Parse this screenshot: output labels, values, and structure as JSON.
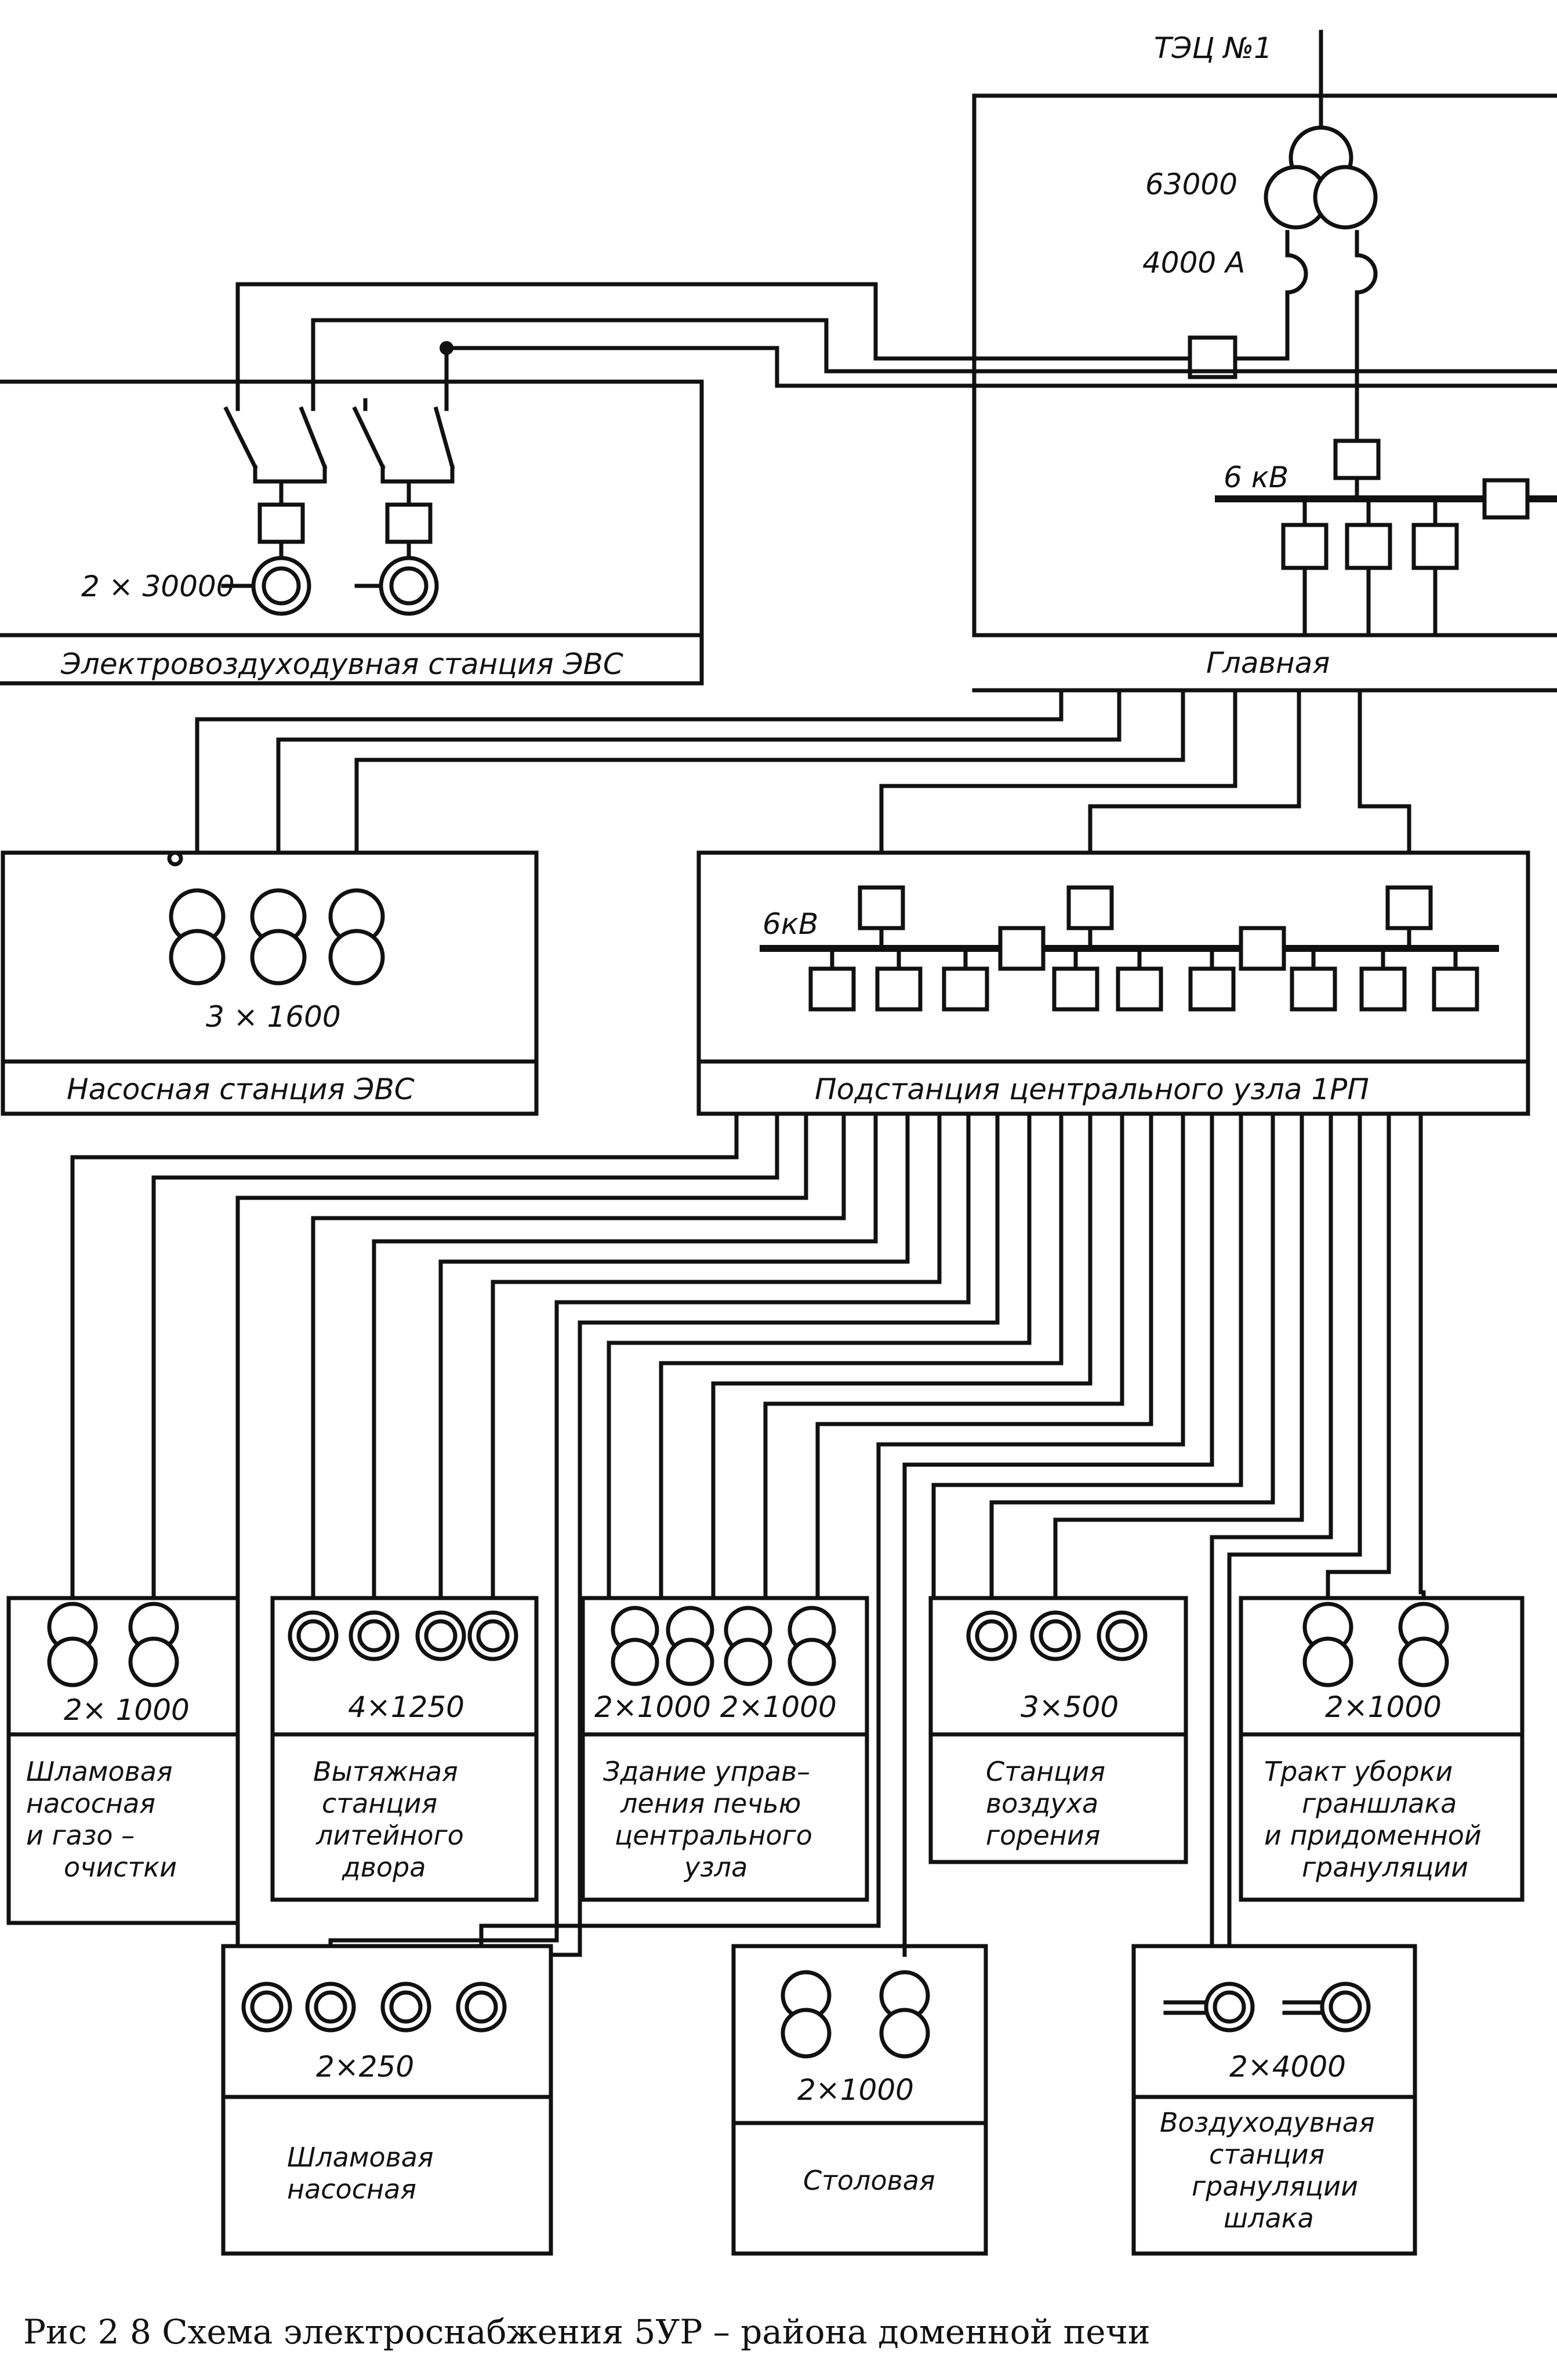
{
  "source": {
    "label": "ТЭЦ №1"
  },
  "main": {
    "title": "Главная",
    "transformer_rating": "63000",
    "reactor_rating": "4000 А",
    "bus_voltage": "6 кВ"
  },
  "evs": {
    "title": "Электровоздуходувная станция ЭВС",
    "machines": "2 × 30000"
  },
  "pump_evs": {
    "title": "Насосная станция ЭВС",
    "rating": "3 × 1600"
  },
  "central": {
    "title": "Подстанция центрального узла 1РП",
    "bus_voltage": "6кВ"
  },
  "consumers": [
    {
      "rating": "2× 1000",
      "lines": [
        "Шламовая",
        "насосная",
        "и газо –",
        "очистки"
      ]
    },
    {
      "rating": "4×1250",
      "lines": [
        "Вытяжная",
        "станция",
        "литейного",
        "двора"
      ]
    },
    {
      "rating": "2×1000  2×1000",
      "lines": [
        "Здание управ–",
        "ления печью",
        "центрального",
        "узла"
      ]
    },
    {
      "rating": "3×500",
      "lines": [
        "Станция",
        "воздуха",
        "горения"
      ]
    },
    {
      "rating": "2×1000",
      "lines": [
        "Тракт уборки",
        "граншлака",
        "и придоменной",
        "грануляции"
      ]
    }
  ],
  "bottom": [
    {
      "rating": "2×250",
      "lines": [
        "Шламовая",
        "насосная"
      ]
    },
    {
      "rating": "2×1000",
      "lines": [
        "Столовая"
      ]
    },
    {
      "rating": "2×4000",
      "lines": [
        "Воздуходувная",
        "станция",
        "грануляции",
        "шлака"
      ]
    }
  ],
  "caption": "Рис  2 8  Схема электроснабжения 5УР – района доменной печи"
}
